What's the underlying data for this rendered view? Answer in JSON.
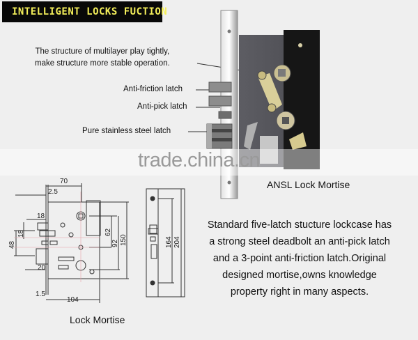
{
  "header": {
    "title": "INTELLIGENT LOCKS FUCTION",
    "bg_color": "#080808",
    "text_color": "#f4ef5a"
  },
  "callouts": {
    "multilayer_line1": "The structure of multilayer play tightly,",
    "multilayer_line2": "make structure more stable operation.",
    "anti_friction": "Anti-friction latch",
    "anti_pick": "Anti-pick latch",
    "stainless": "Pure stainless steel latch"
  },
  "watermark": "trade.china.cn",
  "captions": {
    "ansl": "ANSL Lock Mortise",
    "lock_mortise": "Lock Mortise"
  },
  "description": {
    "line1": "Standard five-latch stucture lockcase has",
    "line2": "a strong steel deadbolt an anti-pick latch",
    "line3": "and a 3-point anti-friction latch.Original",
    "line4": "designed mortise,owns knowledge",
    "line5": "property right in many aspects."
  },
  "drawing_dims": {
    "width_70": "70",
    "offset_2_5": "2.5",
    "d18_top": "18",
    "d18_side": "18",
    "d48": "48",
    "d20": "20",
    "d1_5": "1.5",
    "d104": "104",
    "d62": "62",
    "d92": "92",
    "d150": "150",
    "d164": "164",
    "d204": "204"
  }
}
